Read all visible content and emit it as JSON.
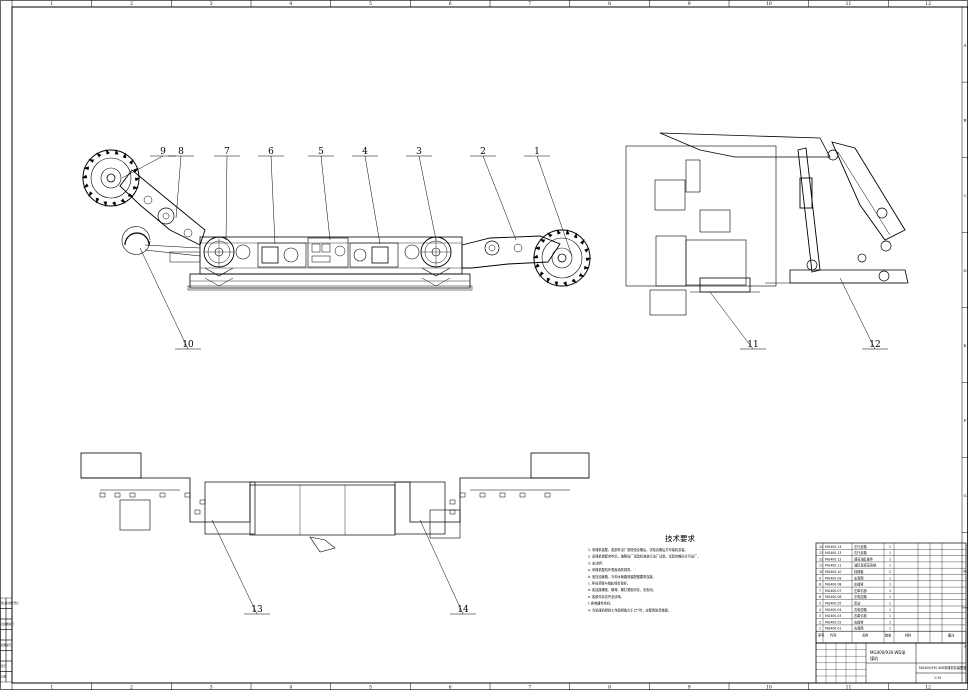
{
  "grid_columns": [
    "1",
    "2",
    "3",
    "4",
    "5",
    "6",
    "7",
    "8",
    "9",
    "10",
    "11",
    "12"
  ],
  "grid_rows": [
    "A",
    "B",
    "C",
    "D",
    "E",
    "F",
    "G",
    "H",
    "I"
  ],
  "balloons": [
    {
      "num": "1"
    },
    {
      "num": "2"
    },
    {
      "num": "3"
    },
    {
      "num": "4"
    },
    {
      "num": "5"
    },
    {
      "num": "6"
    },
    {
      "num": "7"
    },
    {
      "num": "8"
    },
    {
      "num": "9"
    },
    {
      "num": "10"
    },
    {
      "num": "11"
    },
    {
      "num": "12"
    },
    {
      "num": "13"
    },
    {
      "num": "14"
    }
  ],
  "tech_requirements": {
    "title": "技术要求",
    "lines": [
      "1. 采煤机装配，各部件出厂前检验合格后，试验合格后方可装机总装。",
      "2. 采煤机装配完毕后，按照出厂试验标准进行出厂试验，试验合格后方可出厂。",
      "3. 未注明：",
      "   a. 采煤机整机外表面涂防锈漆。",
      "   b. 液压油管路、冷却水管路按装配图要求连接。",
      "   c. 导向滑靴与销轨啮合良好。",
      "   d. 各连接螺栓、螺母、螺钉紧固可靠，无松动。",
      "   e. 各部件标志齐全清晰。",
      "   f. 各电器件完好。",
      "4. 当采煤机倾斜工作面倾角大于15°时，应配用防滑装置。"
    ]
  },
  "parts_list": [
    {
      "no": "14",
      "code": "MG400.14",
      "name": "左行走箱",
      "qty": "1"
    },
    {
      "no": "13",
      "code": "MG400.13",
      "name": "右行走箱",
      "qty": "1"
    },
    {
      "no": "12",
      "code": "MG400.12",
      "name": "调高油缸部件",
      "qty": "1"
    },
    {
      "no": "11",
      "code": "MG400.11",
      "name": "油缸及液压系统",
      "qty": "1"
    },
    {
      "no": "10",
      "code": "MG400.10",
      "name": "挡煤板",
      "qty": "2"
    },
    {
      "no": "9",
      "code": "MG400.09",
      "name": "左滚筒",
      "qty": "1"
    },
    {
      "no": "8",
      "code": "MG400.08",
      "name": "左摇臂",
      "qty": "1"
    },
    {
      "no": "7",
      "code": "MG400.07",
      "name": "左牵引部",
      "qty": "1"
    },
    {
      "no": "6",
      "code": "MG400.06",
      "name": "左电控箱",
      "qty": "1"
    },
    {
      "no": "5",
      "code": "MG400.05",
      "name": "泵站",
      "qty": "1"
    },
    {
      "no": "4",
      "code": "MG400.04",
      "name": "右电控箱",
      "qty": "1"
    },
    {
      "no": "3",
      "code": "MG400.03",
      "name": "右牵引部",
      "qty": "1"
    },
    {
      "no": "2",
      "code": "MG400.02",
      "name": "右摇臂",
      "qty": "1"
    },
    {
      "no": "1",
      "code": "MG400.01",
      "name": "右滚筒",
      "qty": "1"
    }
  ],
  "parts_header": {
    "no": "序号",
    "code": "代号",
    "name": "名称",
    "qty": "数量",
    "material": "材料",
    "remark": "备注"
  },
  "title_block": {
    "name_line1": "MG400/930-WD采",
    "name_line2": "煤机",
    "drawing_code": "MG400/930-WD采煤机总装配图",
    "scale": "1:15"
  },
  "left_stamps": [
    "借(通)用件登记",
    "",
    "旧底图总号",
    "",
    "底图总号",
    "",
    "签字",
    "日期"
  ]
}
